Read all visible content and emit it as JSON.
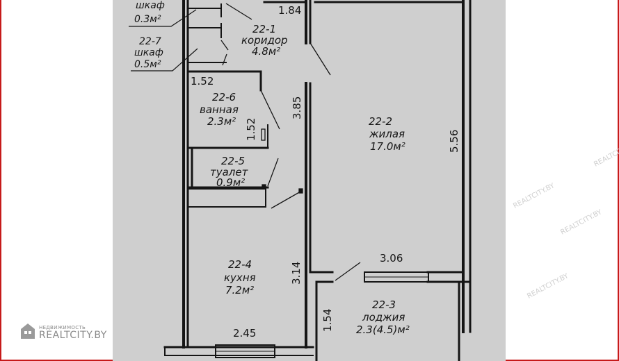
{
  "rooms": [
    {
      "id": "22-1",
      "name": "коридор",
      "area": "4.8м²"
    },
    {
      "id": "22-2",
      "name": "жилая",
      "area": "17.0м²"
    },
    {
      "id": "22-3",
      "name": "лоджия",
      "area": "2.3(4.5)м²"
    },
    {
      "id": "22-4",
      "name": "кухня",
      "area": "7.2м²"
    },
    {
      "id": "22-5",
      "name": "туалет",
      "area": "0.9м²"
    },
    {
      "id": "22-6",
      "name": "ванная",
      "area": "2.3м²"
    },
    {
      "id": "22-7",
      "name": "шкаф",
      "area": "0.5м²"
    },
    {
      "id": "",
      "name": "шкаф",
      "area": "0.3м²"
    }
  ],
  "dimensions": {
    "corridor_width": "1.84",
    "bath_width": "1.52",
    "bath_height": "1.52",
    "corridor_length": "3.85",
    "living_length": "5.56",
    "living_width": "3.06",
    "kitchen_length": "3.14",
    "kitchen_width": "2.45",
    "loggia_depth": "1.54"
  },
  "watermark": {
    "small": "НЕДВИЖИМОСТЬ",
    "brand": "REALTCITY.BY"
  },
  "colors": {
    "frame": "#c61a1a",
    "paper": "#cfcfcf",
    "lines": "#151515"
  }
}
